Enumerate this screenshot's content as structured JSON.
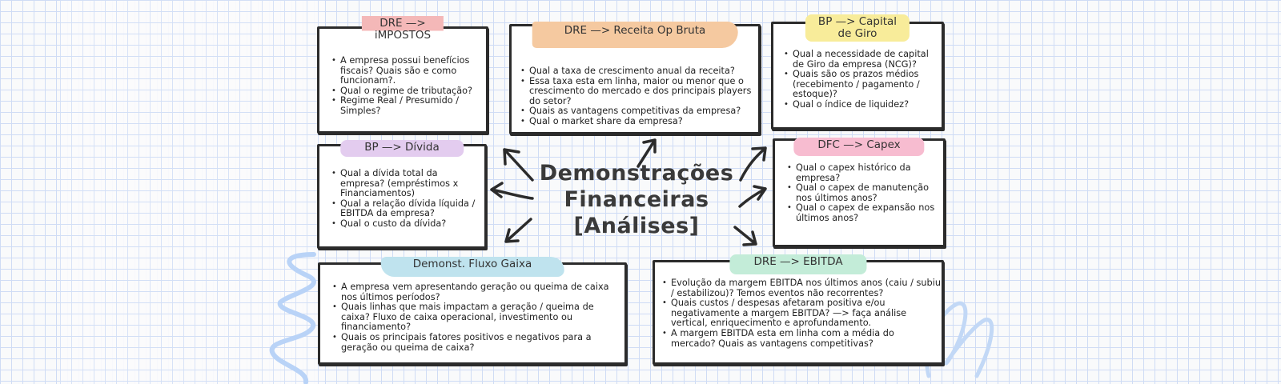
{
  "center": {
    "line1": "Demonstrações",
    "line2": "Financeiras",
    "line3": "[Análises]"
  },
  "boxes": {
    "impostos": {
      "title_l1": "DRE —>",
      "title_l2": "iMPOSTOS",
      "highlight": "#f4b8b8",
      "items": [
        "A empresa possui benefícios fiscais? Quais são e como funcionam?.",
        "Qual o regime de tributação?",
        "Regime Real / Presumido / Simples?"
      ]
    },
    "receita": {
      "title": "DRE —> Receita Op Bruta",
      "highlight": "#f5c9a0",
      "items": [
        "Qual a taxa de crescimento anual da receita?",
        "Essa taxa esta em linha, maior ou menor que o crescimento do mercado e dos principais players do setor?",
        "Quais as vantagens competitivas da empresa?",
        "Qual o market share da empresa?"
      ]
    },
    "capital_giro": {
      "title_l1": "BP —> Capital",
      "title_l2": "de Giro",
      "highlight": "#f8ec9a",
      "items": [
        "Qual a necessidade de capital de Giro da empresa (NCG)?",
        "Quais são os prazos médios (recebimento / pagamento / estoque)?",
        "Qual o índice de liquidez?"
      ]
    },
    "divida": {
      "title": "BP —> Dívida",
      "highlight": "#e3ccef",
      "items": [
        "Qual a dívida total da empresa? (empréstimos x Financiamentos)",
        "Qual a relação dívida líquida / EBITDA da empresa?",
        "Qual o custo da dívida?"
      ]
    },
    "capex": {
      "title": "DFC —> Capex",
      "highlight": "#f7bcd0",
      "items": [
        "Qual o capex histórico da empresa?",
        "Qual o capex de manutenção nos últimos anos?",
        "Qual o capex de expansão nos últimos anos?"
      ]
    },
    "fluxo_caixa": {
      "title": "Demonst. Fluxo Gaixa",
      "highlight": "#bfe3ee",
      "items": [
        "A empresa vem apresentando geração ou queima de caixa nos últimos períodos?",
        "Quais linhas que mais impactam a geração / queima de caixa? Fluxo de caixa operacional, investimento ou financiamento?",
        "Quais os principais fatores positivos e negativos para a geração ou queima de caixa?"
      ]
    },
    "ebitda": {
      "title": "DRE —> EBITDA",
      "highlight": "#c3ecd8",
      "items": [
        "Evolução da margem EBITDA nos últimos anos (caiu / subiu / estabilizou)? Temos eventos não recorrentes?",
        "Quais custos / despesas afetaram positiva e/ou negativamente a margem EBITDA? —> faça análise vertical, enriquecimento e aprofundamento.",
        "A margem EBITDA esta em linha com a média do mercado? Quais as vantagens competitivas?"
      ]
    }
  },
  "colors": {
    "ink": "#2b2b2b",
    "grid": "#cfdcf5",
    "doodle": "#b9d3f7"
  }
}
